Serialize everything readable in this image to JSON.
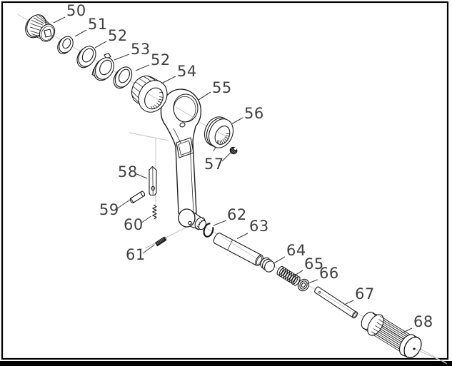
{
  "figure": {
    "type": "exploded-parts-diagram",
    "colors": {
      "outline": "#1a1a1a",
      "label": "#3f3f3f",
      "axis": "#c4c4c4",
      "frame": "#000000",
      "background": "#ffffff"
    },
    "part_labels": [
      {
        "text": "50"
      },
      {
        "text": "51"
      },
      {
        "text": "52"
      },
      {
        "text": "53"
      },
      {
        "text": "52"
      },
      {
        "text": "54"
      },
      {
        "text": "55"
      },
      {
        "text": "56"
      },
      {
        "text": "57"
      },
      {
        "text": "58"
      },
      {
        "text": "59"
      },
      {
        "text": "60"
      },
      {
        "text": "61"
      },
      {
        "text": "62"
      },
      {
        "text": "63"
      },
      {
        "text": "64"
      },
      {
        "text": "65"
      },
      {
        "text": "66"
      },
      {
        "text": "67"
      },
      {
        "text": "68"
      }
    ]
  }
}
